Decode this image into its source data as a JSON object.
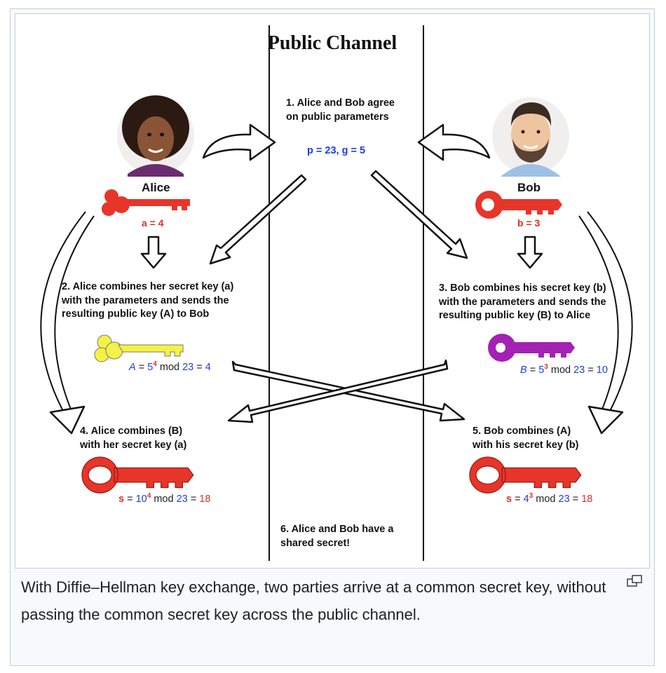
{
  "diagram": {
    "title": "Public Channel",
    "step1": {
      "line1": "1. Alice and Bob agree",
      "line2": "on public parameters"
    },
    "params": "p = 23, g = 5",
    "alice": {
      "name": "Alice",
      "secret": "a = 4"
    },
    "bob": {
      "name": "Bob",
      "secret": "b = 3"
    },
    "step2": {
      "line1": "2. Alice combines her secret key (a)",
      "line2": "with the parameters and sends the",
      "line3": "resulting public key (A) to Bob"
    },
    "step3": {
      "line1": "3. Bob combines his secret key (b)",
      "line2": "with the parameters and sends the",
      "line3": "resulting public key (B) to Alice"
    },
    "alice_public": {
      "var": "A",
      "eq": " = ",
      "base": "5",
      "exp": "4",
      "mod": " mod ",
      "modulus": "23",
      "eq2": " = ",
      "result": "4"
    },
    "bob_public": {
      "var": "B",
      "eq": " = ",
      "base": "5",
      "exp": "3",
      "mod": " mod ",
      "modulus": "23",
      "eq2": " = ",
      "result": "10"
    },
    "step4": {
      "line1": "4. Alice combines (B)",
      "line2": "with her secret key (a)"
    },
    "step5": {
      "line1": "5. Bob combines (A)",
      "line2": "with his secret key (b)"
    },
    "alice_shared": {
      "var": "s",
      "eq": " = ",
      "base": "10",
      "exp": "4",
      "mod": " mod ",
      "modulus": "23",
      "eq2": " = ",
      "result": "18"
    },
    "bob_shared": {
      "var": "s",
      "eq": " = ",
      "base": "4",
      "exp": "3",
      "mod": " mod ",
      "modulus": "23",
      "eq2": " = ",
      "result": "18"
    },
    "step6": {
      "line1": "6. Alice and Bob have a",
      "line2": "shared secret!"
    }
  },
  "caption": "With Diffie–Hellman key exchange, two parties arrive at a common secret key, without passing the common secret key across the public channel.",
  "colors": {
    "red_key": "#e8352a",
    "yellow_key": "#f4f246",
    "purple_key": "#a322b4",
    "blue_text": "#1a3fe0",
    "red_text": "#e03020"
  },
  "icons": [
    "alice-avatar",
    "bob-avatar",
    "key-icon",
    "enlarge-icon"
  ]
}
